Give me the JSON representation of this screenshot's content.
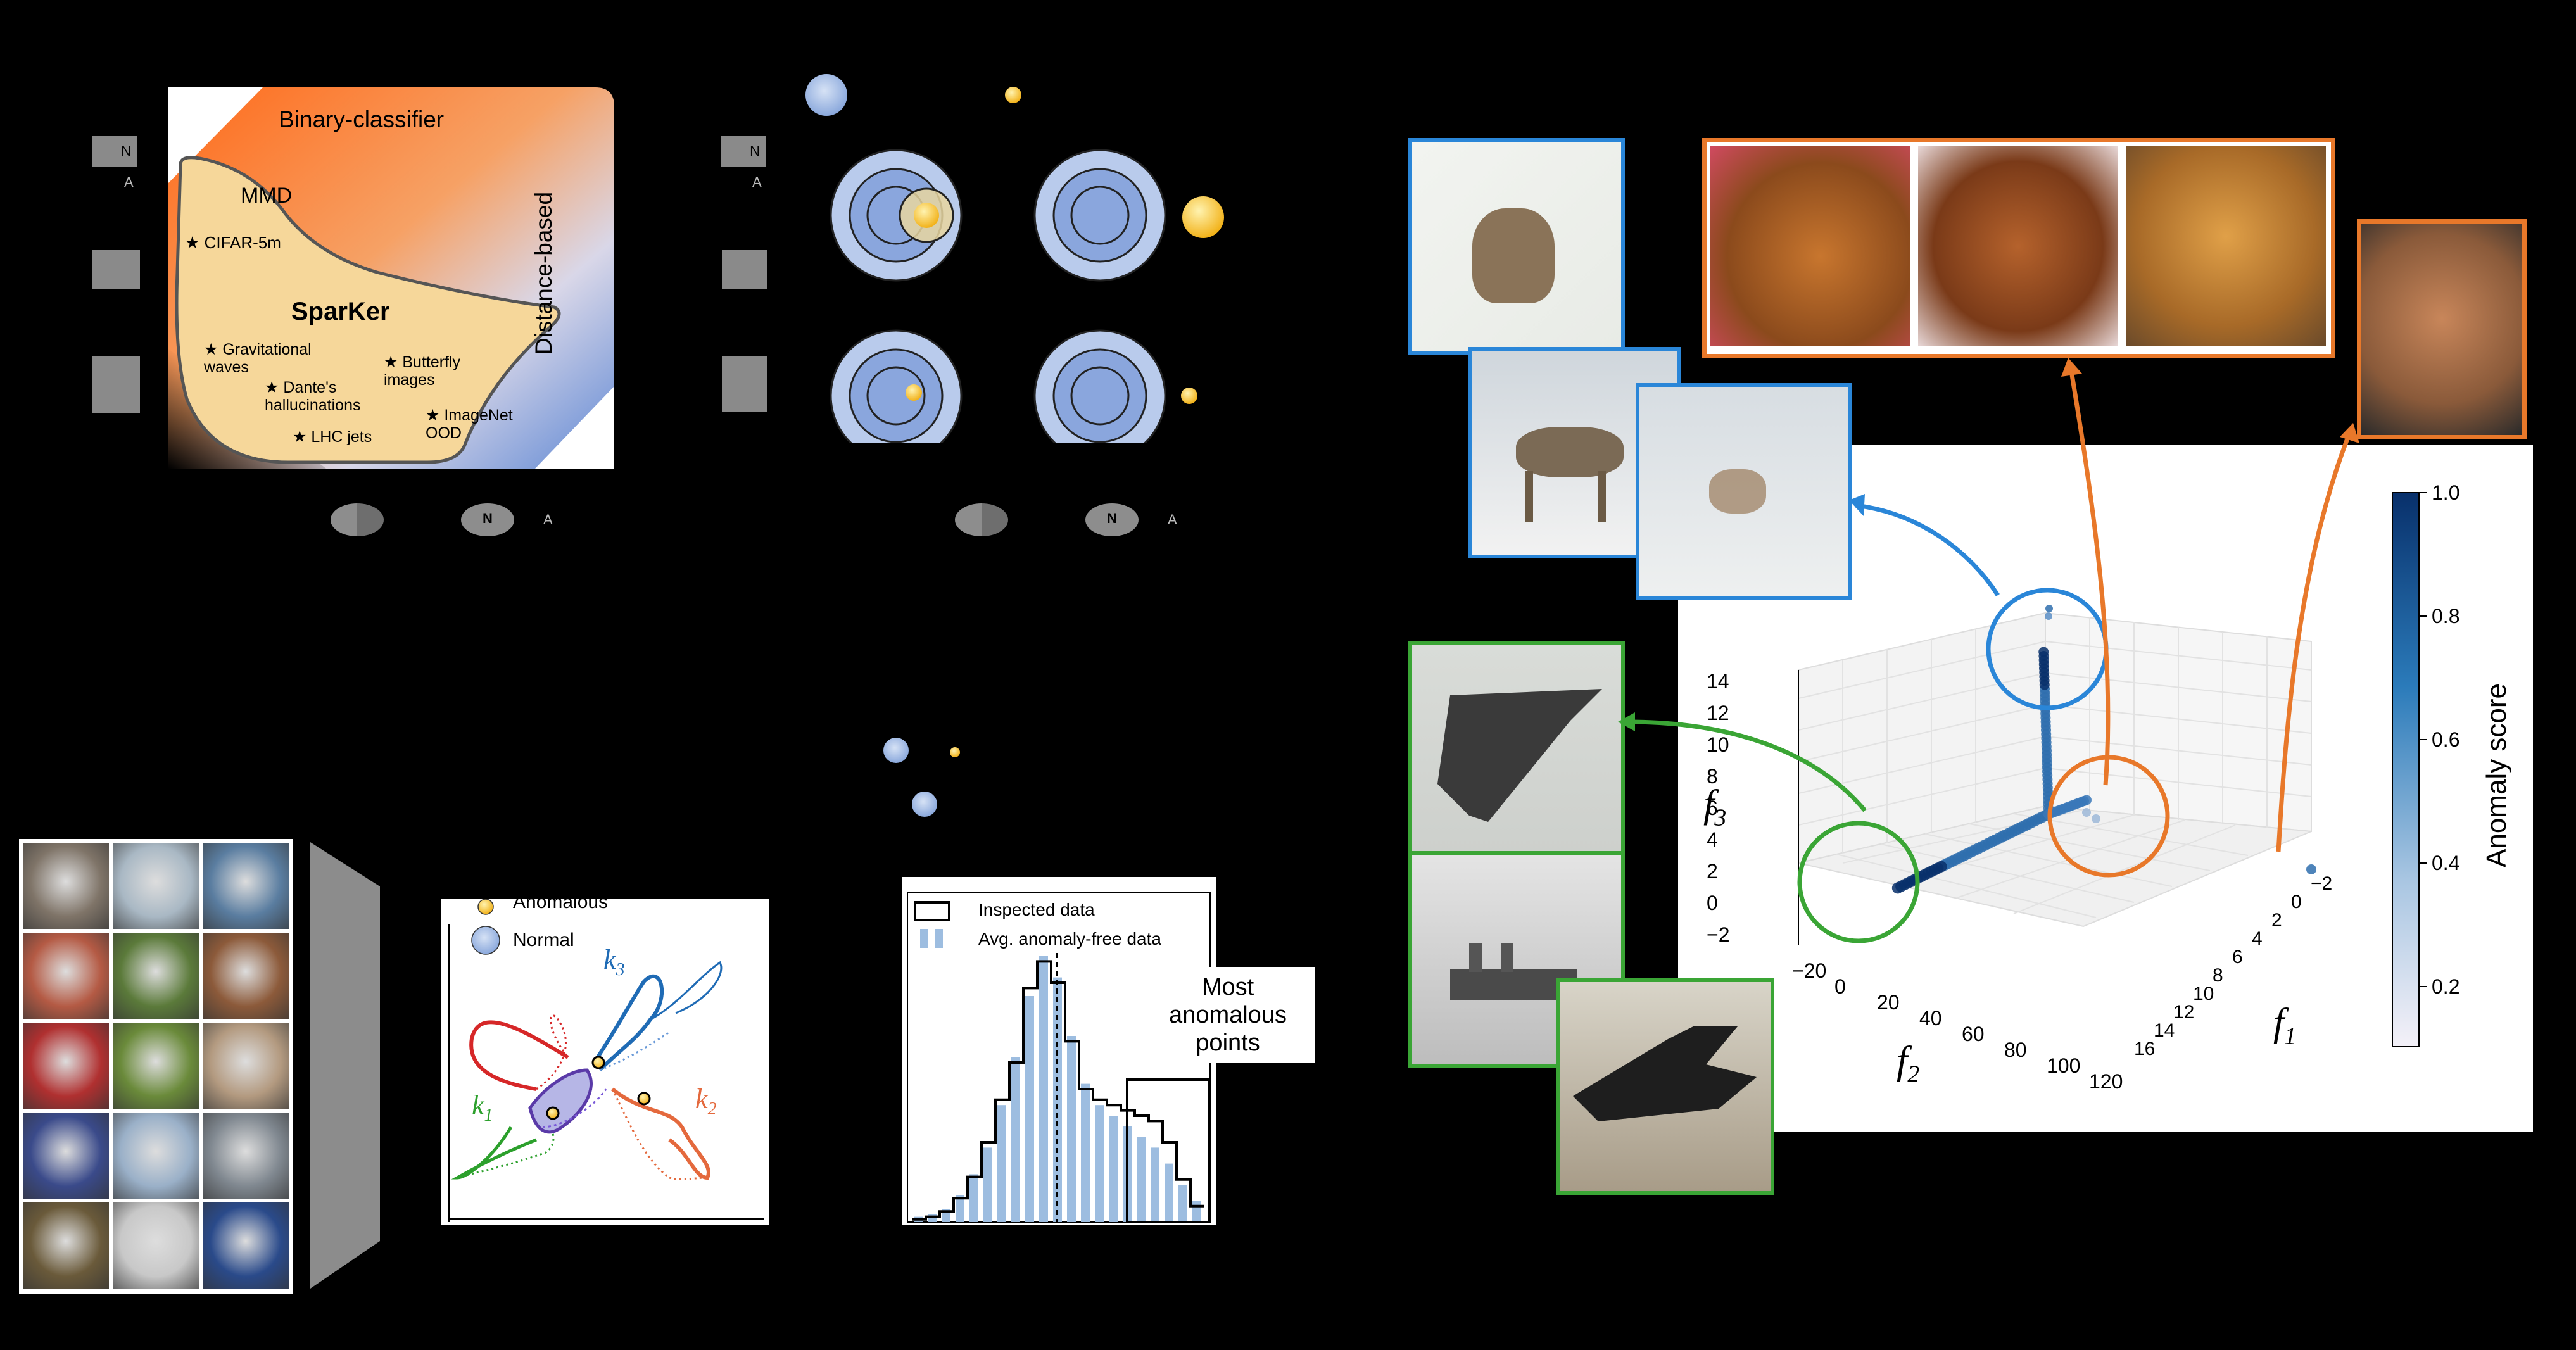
{
  "regime_map": {
    "top_label": "Binary-classifier",
    "right_label": "Distance-based",
    "mmd_label": "MMD",
    "sparker_label": "SparKer",
    "points": [
      "CIFAR-5m",
      "Gravitational waves",
      "Dante's hallucinations",
      "Butterfly images",
      "ImageNet OOD",
      "LHC jets"
    ],
    "n_label": "N",
    "a_label": "A"
  },
  "circles_panel": {
    "n_label": "N",
    "a_label": "A"
  },
  "kernel_plot": {
    "legend_anomalous": "Anomalous",
    "legend_normal": "Normal",
    "k1": "k",
    "k1_sub": "1",
    "k2": "k",
    "k2_sub": "2",
    "k3": "k",
    "k3_sub": "3",
    "colors": {
      "k1": "#2ca02c",
      "k2": "#e4693d",
      "k3": "#1f6bb5",
      "red": "#d62728"
    }
  },
  "histogram": {
    "legend_inspected": "Inspected data",
    "legend_avg": "Avg. anomaly-free data",
    "callout": "Most anomalous points"
  },
  "scatter3d": {
    "colorbar_label": "Anomaly score",
    "colorbar_ticks": [
      "1.0",
      "0.8",
      "0.6",
      "0.4",
      "0.2"
    ],
    "f3_ticks": [
      "14",
      "12",
      "10",
      "8",
      "6",
      "4",
      "2",
      "0",
      "−2"
    ],
    "f2_ticks": [
      "−20",
      "0",
      "20",
      "40",
      "60",
      "80",
      "100",
      "120"
    ],
    "f1_ticks": [
      "16",
      "14",
      "12",
      "10",
      "8",
      "6",
      "4",
      "2",
      "0",
      "−2"
    ],
    "f1": "f",
    "f1_sub": "1",
    "f2": "f",
    "f2_sub": "2",
    "f3": "f",
    "f3_sub": "3",
    "colors": {
      "blue": "#2a86d8",
      "orange": "#e8782a",
      "green": "#3aa535",
      "cbar_top": "#08306b"
    }
  },
  "cifar_grid": {
    "colors": [
      "#7f7468",
      "#a9b8c4",
      "#5a7da0",
      "#b45a44",
      "#5b7a3a",
      "#8c5a3a",
      "#b03030",
      "#6a8a3a",
      "#b39a80",
      "#3a4a8a",
      "#9ab0c8",
      "#808890",
      "#6a5a3a",
      "#c8c8c8",
      "#2a4a8a"
    ]
  }
}
